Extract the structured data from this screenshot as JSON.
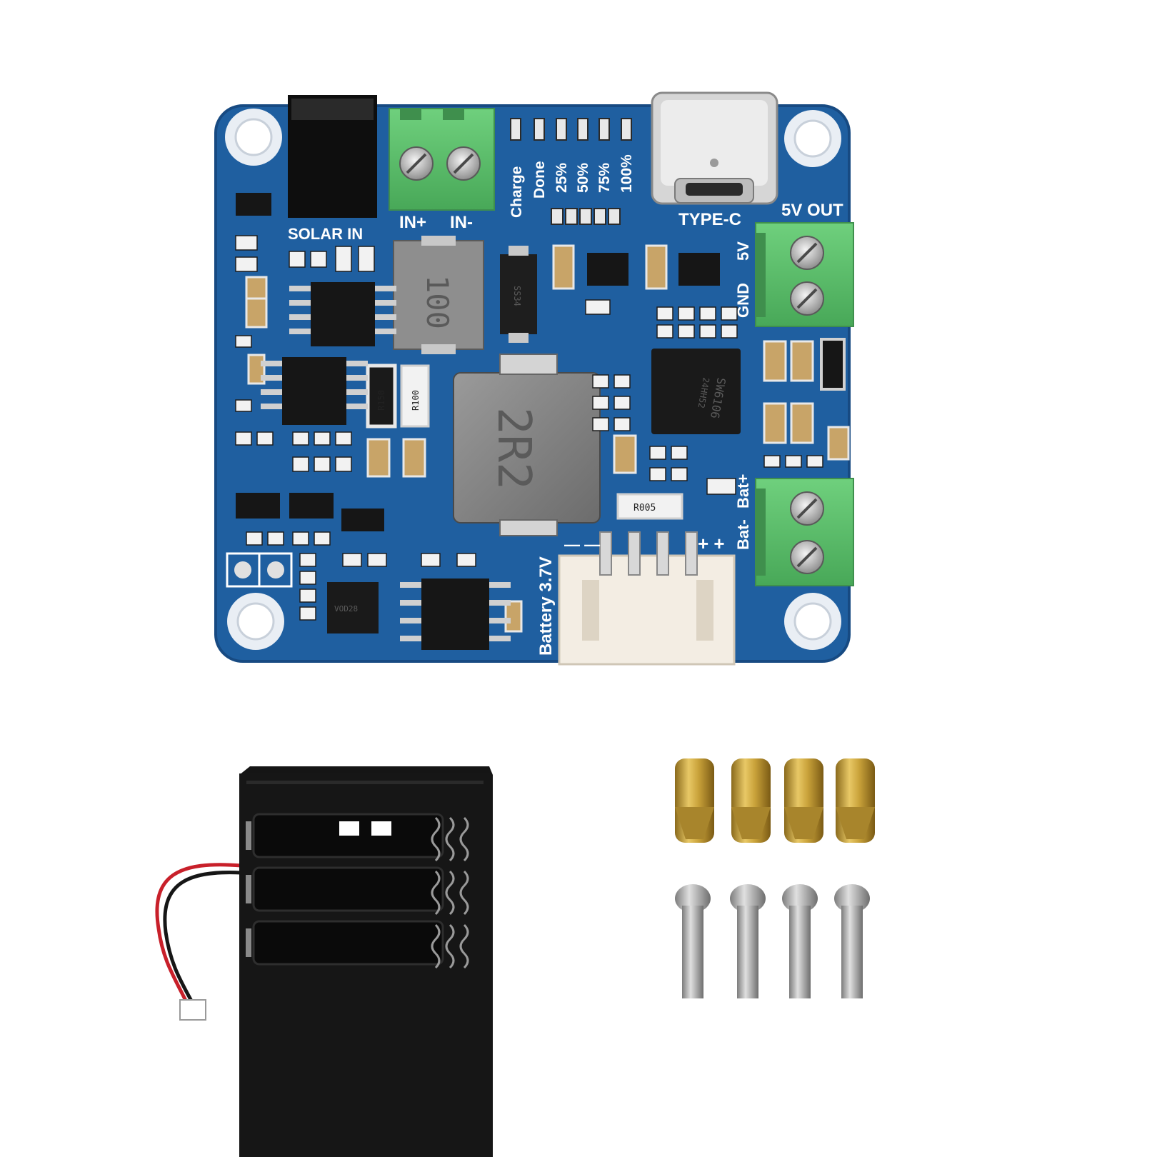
{
  "colors": {
    "pcb": "#1f5fa0",
    "pcb_edge": "#174a82",
    "terminal_green": "#5bbf6a",
    "brass": "#c9a23a",
    "steel": "#b8b8b8",
    "holder_black": "#141414"
  },
  "board": {
    "labels": {
      "solar_in": "SOLAR IN",
      "in_plus": "IN+",
      "in_minus": "IN-",
      "type_c": "TYPE-C",
      "out_5v": "5V OUT",
      "pin_5v": "5V",
      "pin_gnd": "GND",
      "battery": "Battery 3.7V",
      "bat_minus": "Bat-",
      "bat_plus": "Bat+",
      "minus_signs": "— —",
      "plus_signs": "+ +"
    },
    "leds": [
      "Charge",
      "Done",
      "25%",
      "50%",
      "75%",
      "100%"
    ],
    "markings": {
      "inductor_small": "100",
      "inductor_large": "2R2",
      "resistor_a": "R150",
      "resistor_b": "R100",
      "resistor_c": "R005",
      "chip_main": "SW6106",
      "chip_main_sub": "24HH52",
      "diode": "SS34",
      "qfn_small": "VOD28"
    }
  },
  "accessories": {
    "battery_holder": "battery-holder-3-cell",
    "standoffs_count": 4,
    "screws_count": 4
  }
}
